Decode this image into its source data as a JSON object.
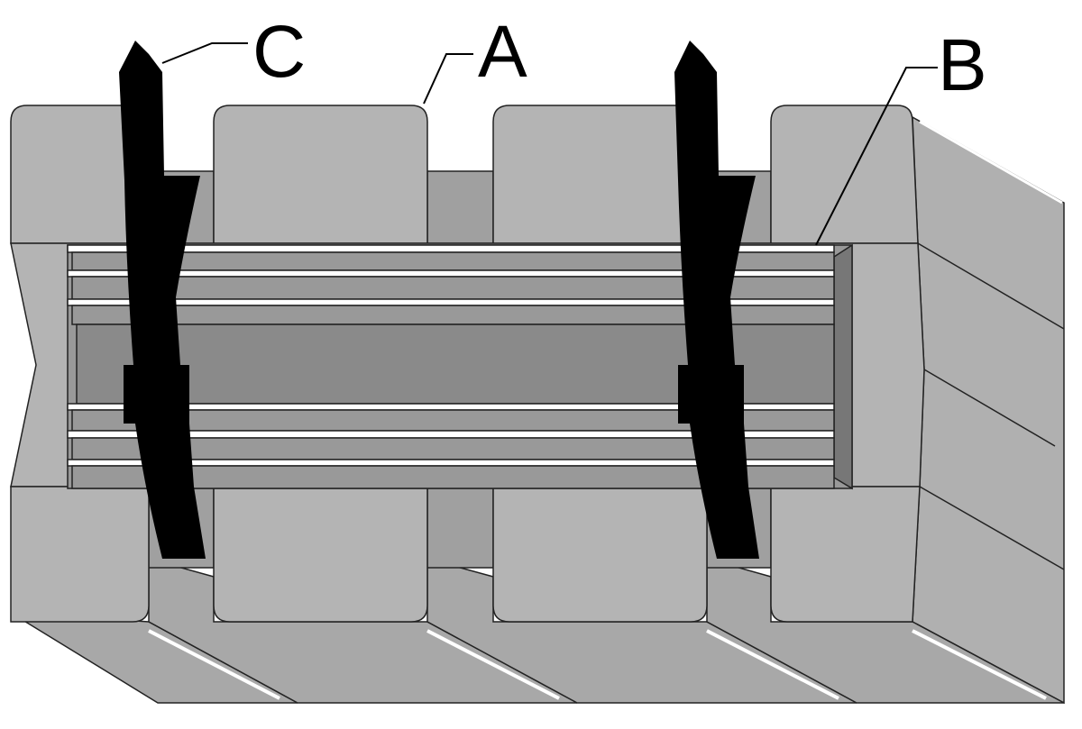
{
  "labels": {
    "a": "A",
    "b": "B",
    "c": "C"
  },
  "colors": {
    "block": "#b4b4b4",
    "block_side": "#a6a6a6",
    "bar": "#999999",
    "bar_core": "#8a8a8a",
    "stripe": "#ffffff",
    "hook": "#000000"
  }
}
